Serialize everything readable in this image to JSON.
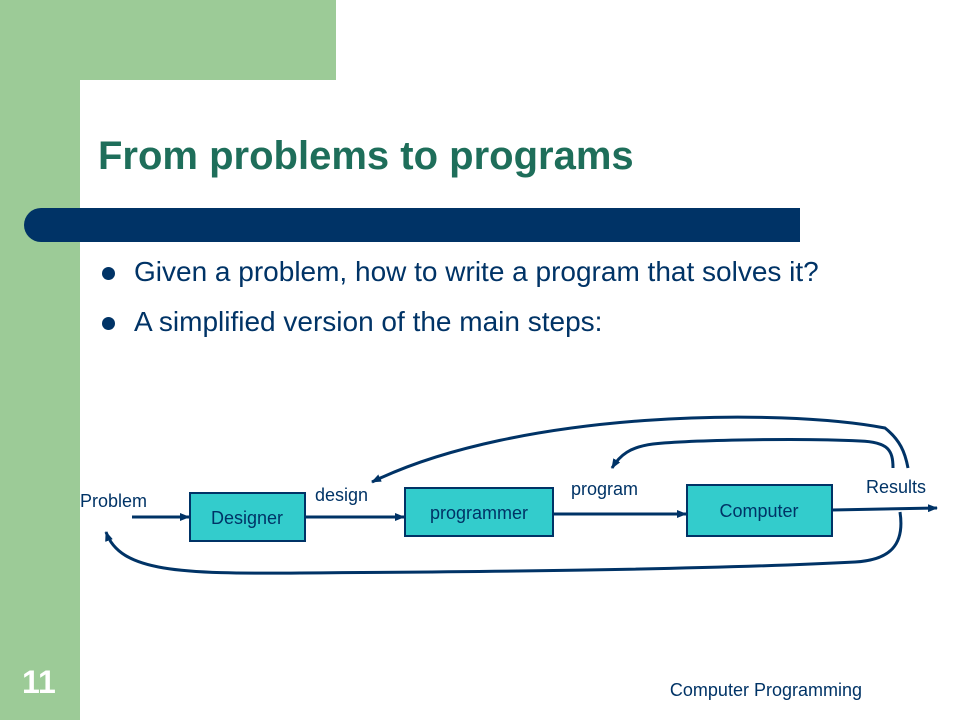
{
  "slide": {
    "title": "From problems to programs",
    "bullets": [
      "Given a problem, how to write a program that solves it?",
      "A simplified version of the main steps:"
    ],
    "number": "11",
    "footer": "Computer Programming"
  },
  "diagram": {
    "nodes": [
      "Designer",
      "programmer",
      "Computer"
    ],
    "labels": {
      "input": "Problem",
      "design": "design",
      "program": "program",
      "results": "Results"
    },
    "colors": {
      "box_fill": "#33cccc",
      "ink": "#003366"
    }
  }
}
